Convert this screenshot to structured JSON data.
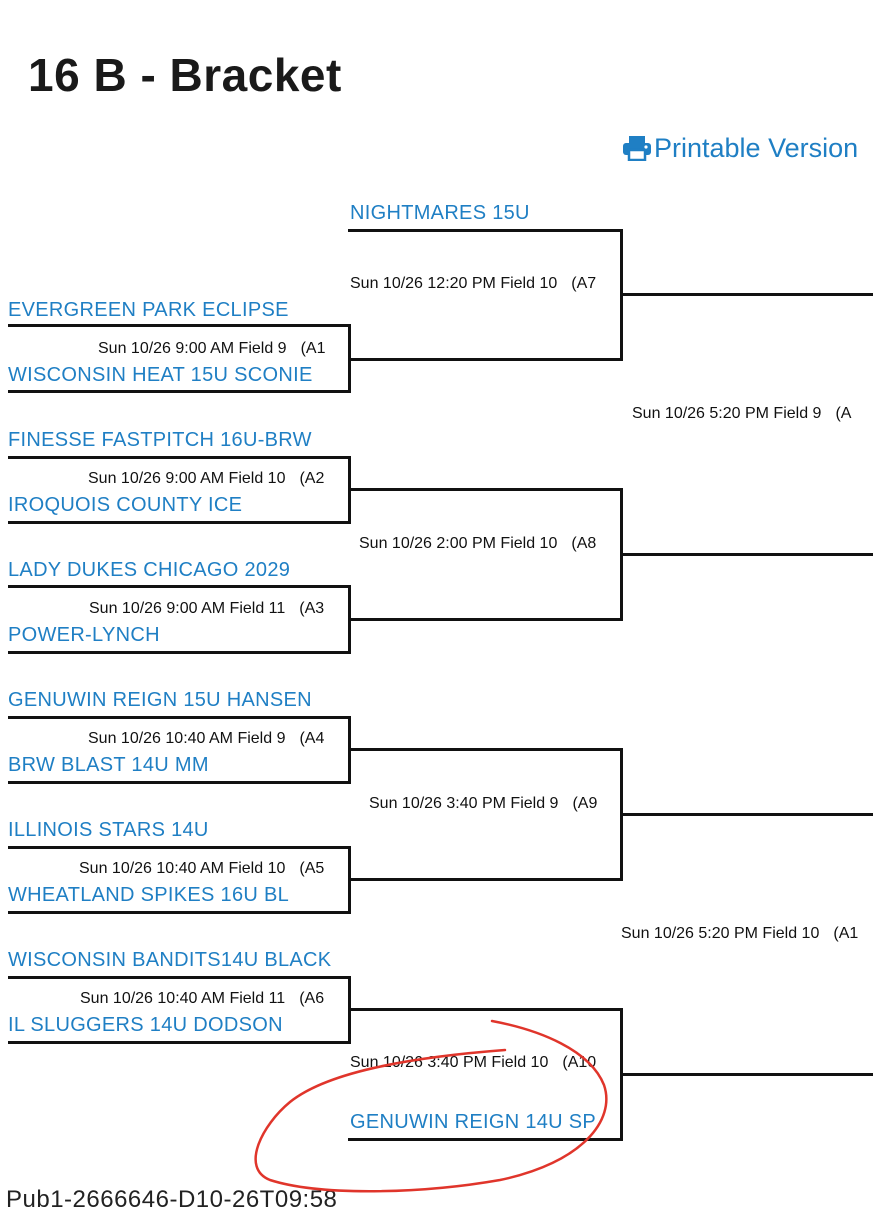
{
  "title": "16 B - Bracket",
  "printable": {
    "label": "Printable Version",
    "icon": "printer-icon",
    "color": "#1f7fc4"
  },
  "teams": {
    "t0": "NIGHTMARES 15U",
    "t1": "EVERGREEN PARK ECLIPSE",
    "t2": "WISCONSIN HEAT 15U SCONIE",
    "t3": "FINESSE FASTPITCH 16U-BRW",
    "t4": "IROQUOIS COUNTY ICE",
    "t5": "LADY DUKES CHICAGO 2029",
    "t6": "POWER-LYNCH",
    "t7": "GENUWIN REIGN 15U HANSEN",
    "t8": "BRW BLAST 14U MM",
    "t9": "ILLINOIS STARS 14U",
    "t10": "WHEATLAND SPIKES 16U BL",
    "t11": "WISCONSIN BANDITS14U BLACK",
    "t12": "IL SLUGGERS 14U DODSON",
    "t13": "GENUWIN REIGN 14U SP"
  },
  "games": {
    "a1": {
      "info": "Sun 10/26 9:00 AM Field 9",
      "code": "(A1"
    },
    "a2": {
      "info": "Sun 10/26 9:00 AM Field 10",
      "code": "(A2"
    },
    "a3": {
      "info": "Sun 10/26 9:00 AM Field 11",
      "code": "(A3"
    },
    "a4": {
      "info": "Sun 10/26 10:40 AM Field 9",
      "code": "(A4"
    },
    "a5": {
      "info": "Sun 10/26 10:40 AM Field 10",
      "code": "(A5"
    },
    "a6": {
      "info": "Sun 10/26 10:40 AM Field 11",
      "code": "(A6"
    },
    "a7": {
      "info": "Sun 10/26 12:20 PM Field 10",
      "code": "(A7"
    },
    "a8": {
      "info": "Sun 10/26 2:00 PM Field 10",
      "code": "(A8"
    },
    "a9": {
      "info": "Sun 10/26 3:40 PM Field 9",
      "code": "(A9"
    },
    "a10": {
      "info": "Sun 10/26 3:40 PM Field 10",
      "code": "(A10"
    },
    "s1": {
      "info": "Sun 10/26 5:20 PM Field 9",
      "code": "(A"
    },
    "s2": {
      "info": "Sun 10/26 5:20 PM Field 10",
      "code": "(A1"
    }
  },
  "footer": "Pub1-2666646-D10-26T09:58",
  "colors": {
    "link": "#1f7fc4",
    "line": "#111111",
    "annotation": "#e0352b"
  }
}
